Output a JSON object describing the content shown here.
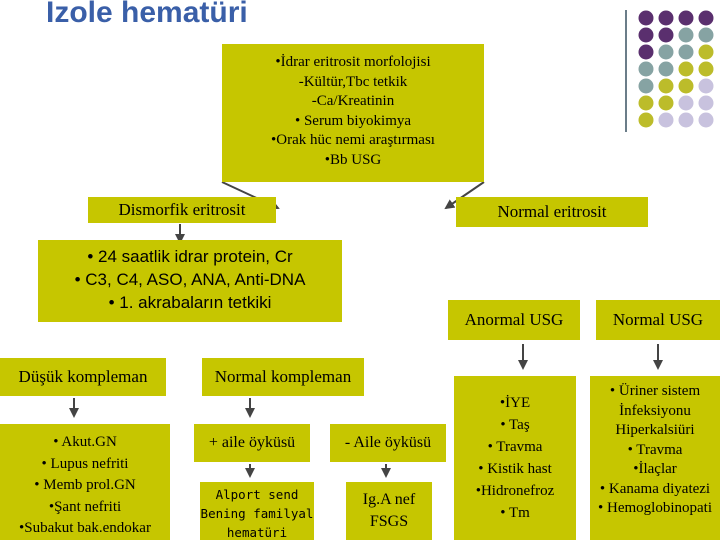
{
  "page_title": "İzole hematüri",
  "colors": {
    "box_fill": "#c6c600",
    "title": "#3a5fa8",
    "arrow": "#444444",
    "dot_purple": "#5a2f6e",
    "dot_teal": "#86a3a3",
    "dot_olive": "#bcbc2a",
    "dot_lavender": "#c8c2de"
  },
  "top_box": {
    "lines": [
      "•İdrar eritrosit morfolojisi",
      "-Kültür,Tbc tetkik",
      "-Ca/Kreatinin",
      "• Serum biyokimya",
      "•Orak hüc nemi araştırması",
      "•Bb USG"
    ]
  },
  "dismorfik": {
    "label": "Dismorfik eritrosit"
  },
  "normal_eritrosit": {
    "label": "Normal eritrosit"
  },
  "tests_box": {
    "lines": [
      "• 24 saatlik idrar protein, Cr",
      "• C3, C4, ASO, ANA, Anti-DNA",
      "• 1. akrabaların tetkiki"
    ]
  },
  "anormal_usg": {
    "label": "Anormal USG"
  },
  "normal_usg": {
    "label": "Normal USG"
  },
  "dusuk_kompleman": {
    "label": "Düşük kompleman"
  },
  "normal_kompleman": {
    "label": "Normal kompleman"
  },
  "dusuk_list": {
    "lines": [
      "• Akut.GN",
      "• Lupus nefriti",
      "• Memb prol.GN",
      "•Şant nefriti",
      "•Subakut bak.endokar"
    ]
  },
  "aile_pos": {
    "label": "+ aile öyküsü"
  },
  "aile_neg": {
    "label": "- Aile öyküsü"
  },
  "alport": {
    "lines": [
      "Alport send",
      "Bening familyal",
      "hematüri"
    ]
  },
  "iga": {
    "lines": [
      "Ig.A nef",
      "FSGS"
    ]
  },
  "anormal_list": {
    "lines": [
      "•İYE",
      "• Taş",
      "• Travma",
      "• Kistik hast",
      "•Hidronefroz",
      "• Tm"
    ]
  },
  "normal_list": {
    "lines": [
      "• Üriner sistem",
      "İnfeksiyonu",
      "Hiperkalsiüri",
      "• Travma",
      "•İlaçlar",
      "• Kanama diyatezi",
      "• Hemoglobinopati"
    ]
  }
}
